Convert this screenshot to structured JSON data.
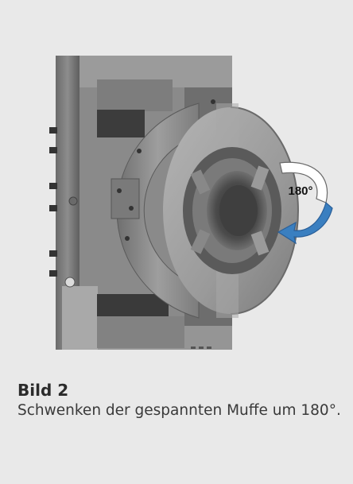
{
  "figure": {
    "image": "rotating-clamp-mechanism-illustration",
    "rotation_label": "180°",
    "arrow_color": "#3a7fc0"
  },
  "caption": {
    "title": "Bild 2",
    "text": "Schwenken der gespannten Muffe um 180°."
  }
}
